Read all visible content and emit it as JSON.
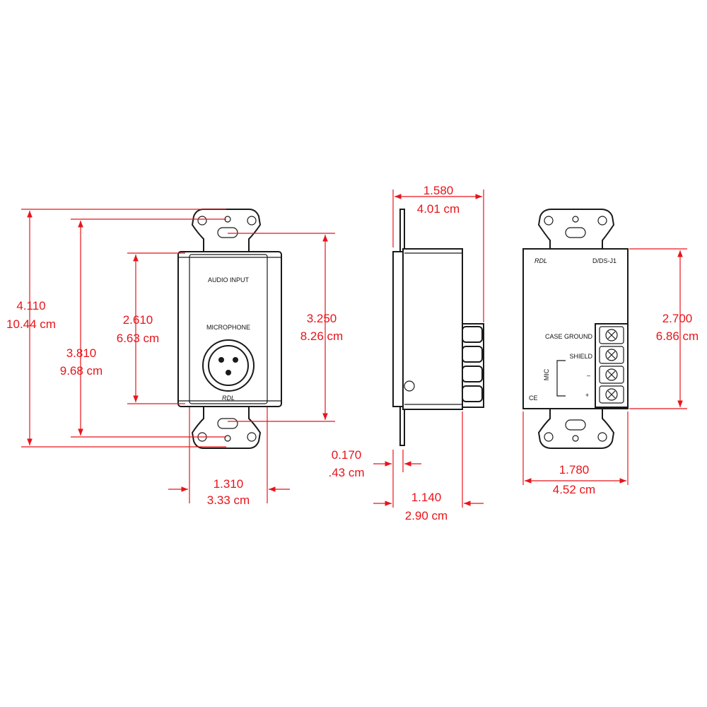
{
  "colors": {
    "dimension": "#e8141b",
    "outline": "#1a1a1a"
  },
  "front": {
    "audio_input_label": "AUDIO INPUT",
    "microphone_label": "MICROPHONE",
    "brand_label": "RDL",
    "dim_overall_height": {
      "inch": "4.110",
      "cm": "10.44 cm"
    },
    "dim_mount_holes": {
      "inch": "3.810",
      "cm": "9.68 cm"
    },
    "dim_inner_height": {
      "inch": "2.610",
      "cm": "6.63 cm"
    },
    "dim_body_height": {
      "inch": "3.250",
      "cm": "8.26 cm"
    },
    "dim_width": {
      "inch": "1.310",
      "cm": "3.33 cm"
    }
  },
  "side": {
    "dim_depth": {
      "inch": "1.580",
      "cm": "4.01 cm"
    },
    "dim_plate": {
      "inch": "0.170",
      "cm": ".43 cm"
    },
    "dim_body_depth": {
      "inch": "1.140",
      "cm": "2.90 cm"
    }
  },
  "back": {
    "brand_label": "RDL",
    "model_label": "D/DS-J1",
    "case_ground_label": "CASE GROUND",
    "shield_label": "SHIELD",
    "mic_label": "MIC",
    "minus_label": "–",
    "plus_label": "+",
    "ce_label": "CE",
    "dim_terminal_height": {
      "inch": "2.700",
      "cm": "6.86 cm"
    },
    "dim_width": {
      "inch": "1.780",
      "cm": "4.52 cm"
    }
  }
}
